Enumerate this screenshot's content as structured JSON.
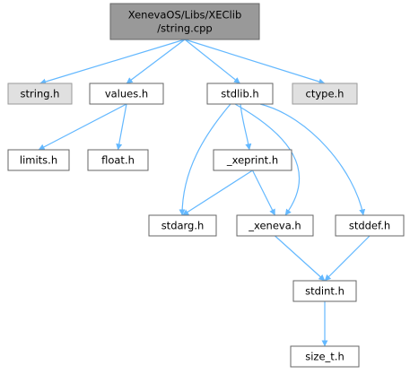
{
  "graph": {
    "colors": {
      "root_fill": "#999999",
      "root_stroke": "#666666",
      "normal_fill": "#ffffff",
      "normal_stroke": "#666666",
      "missing_fill": "#e0e0e0",
      "missing_stroke": "#999999",
      "edge": "#63b8ff"
    },
    "nodes": [
      {
        "id": "root",
        "lines": [
          "XenevaOS/Libs/XEClib",
          "/string.cpp"
        ],
        "kind": "root"
      },
      {
        "id": "string_h",
        "lines": [
          "string.h"
        ],
        "kind": "missing"
      },
      {
        "id": "values_h",
        "lines": [
          "values.h"
        ],
        "kind": "normal"
      },
      {
        "id": "stdlib_h",
        "lines": [
          "stdlib.h"
        ],
        "kind": "normal"
      },
      {
        "id": "ctype_h",
        "lines": [
          "ctype.h"
        ],
        "kind": "missing"
      },
      {
        "id": "limits_h",
        "lines": [
          "limits.h"
        ],
        "kind": "normal"
      },
      {
        "id": "float_h",
        "lines": [
          "float.h"
        ],
        "kind": "normal"
      },
      {
        "id": "xeprint_h",
        "lines": [
          "_xeprint.h"
        ],
        "kind": "normal"
      },
      {
        "id": "stdarg_h",
        "lines": [
          "stdarg.h"
        ],
        "kind": "normal"
      },
      {
        "id": "xeneva_h",
        "lines": [
          "_xeneva.h"
        ],
        "kind": "normal"
      },
      {
        "id": "stddef_h",
        "lines": [
          "stddef.h"
        ],
        "kind": "normal"
      },
      {
        "id": "stdint_h",
        "lines": [
          "stdint.h"
        ],
        "kind": "normal"
      },
      {
        "id": "size_t_h",
        "lines": [
          "size_t.h"
        ],
        "kind": "normal"
      }
    ],
    "edges": [
      {
        "from": "root",
        "to": "string_h"
      },
      {
        "from": "root",
        "to": "values_h"
      },
      {
        "from": "root",
        "to": "stdlib_h"
      },
      {
        "from": "root",
        "to": "ctype_h"
      },
      {
        "from": "values_h",
        "to": "limits_h"
      },
      {
        "from": "values_h",
        "to": "float_h"
      },
      {
        "from": "stdlib_h",
        "to": "stdarg_h"
      },
      {
        "from": "stdlib_h",
        "to": "xeprint_h"
      },
      {
        "from": "stdlib_h",
        "to": "xeneva_h"
      },
      {
        "from": "stdlib_h",
        "to": "stddef_h"
      },
      {
        "from": "xeprint_h",
        "to": "stdarg_h"
      },
      {
        "from": "xeprint_h",
        "to": "xeneva_h"
      },
      {
        "from": "xeneva_h",
        "to": "stdint_h"
      },
      {
        "from": "stddef_h",
        "to": "stdint_h"
      },
      {
        "from": "stdint_h",
        "to": "size_t_h"
      }
    ]
  }
}
